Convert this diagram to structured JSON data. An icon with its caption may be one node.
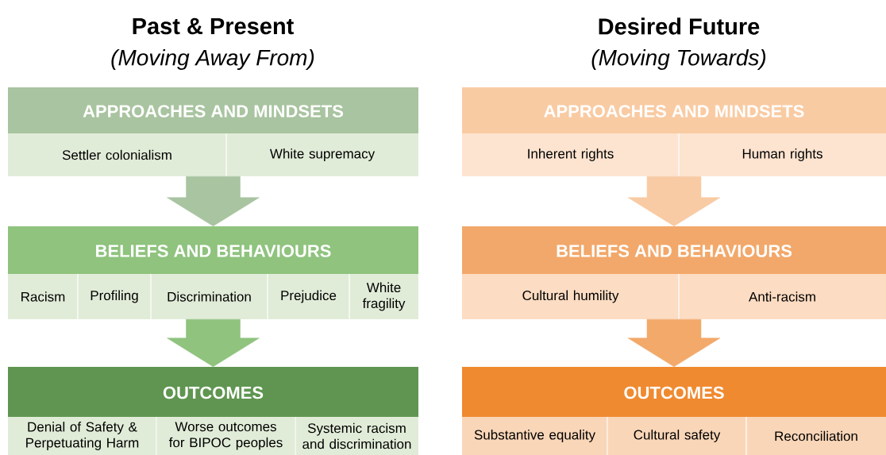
{
  "diagram": {
    "nodes": [
      {
        "text": [
          "APPROACHES AND MINDSETS"
        ]
      },
      {
        "text": [
          "Settler colonialism"
        ],
        "in": 0
      },
      {
        "text": [
          "White supremacy"
        ],
        "in": 0
      },
      {
        "text": [
          "BELIEFS AND BEHAVIOURS"
        ]
      },
      {
        "text": [
          "Racism"
        ],
        "in": 3
      },
      {
        "text": [
          "Profiling"
        ],
        "in": 3
      },
      {
        "text": [
          "Discrimination"
        ],
        "in": 3
      },
      {
        "text": [
          "Prejudice"
        ],
        "in": 3
      },
      {
        "text": [
          "White fragility"
        ],
        "in": 3
      },
      {
        "text": [
          "OUTCOMES"
        ]
      },
      {
        "text": [
          "Denial of Safety & Perpetuating Harm"
        ],
        "in": 9
      },
      {
        "text": [
          "Worse outcomes for BIPOC peoples"
        ],
        "in": 9
      },
      {
        "text": [
          "Systemic racism and discrimination"
        ],
        "in": 9
      },
      {
        "text": [
          "APPROACHES AND MINDSETS"
        ]
      },
      {
        "text": [
          "Inherent rights"
        ],
        "in": 13
      },
      {
        "text": [
          "Human rights"
        ],
        "in": 13
      },
      {
        "text": [
          "BELIEFS AND BEHAVIOURS"
        ]
      },
      {
        "text": [
          "Cultural humility"
        ],
        "in": 16
      },
      {
        "text": [
          "Anti-racism"
        ],
        "in": 16
      },
      {
        "text": [
          "OUTCOMES"
        ]
      },
      {
        "text": [
          "Substantive equality"
        ],
        "in": 19
      },
      {
        "text": [
          "Cultural safety"
        ],
        "in": 19
      },
      {
        "text": [
          "Reconciliation"
        ],
        "in": 19
      }
    ],
    "edges": [
      {
        "from": 0,
        "to": 3,
        "arrow": "to",
        "color": "#a9c4a0"
      },
      {
        "from": 3,
        "to": 9,
        "arrow": "to",
        "color": "#8fc37e"
      },
      {
        "from": 13,
        "to": 16,
        "arrow": "to",
        "color": "#f8cba4"
      },
      {
        "from": 16,
        "to": 19,
        "arrow": "to",
        "color": "#f2a96a"
      }
    ],
    "labels": [
      "Past & Present",
      "(Moving Away From)",
      "Desired Future",
      "(Moving Towards)"
    ]
  }
}
